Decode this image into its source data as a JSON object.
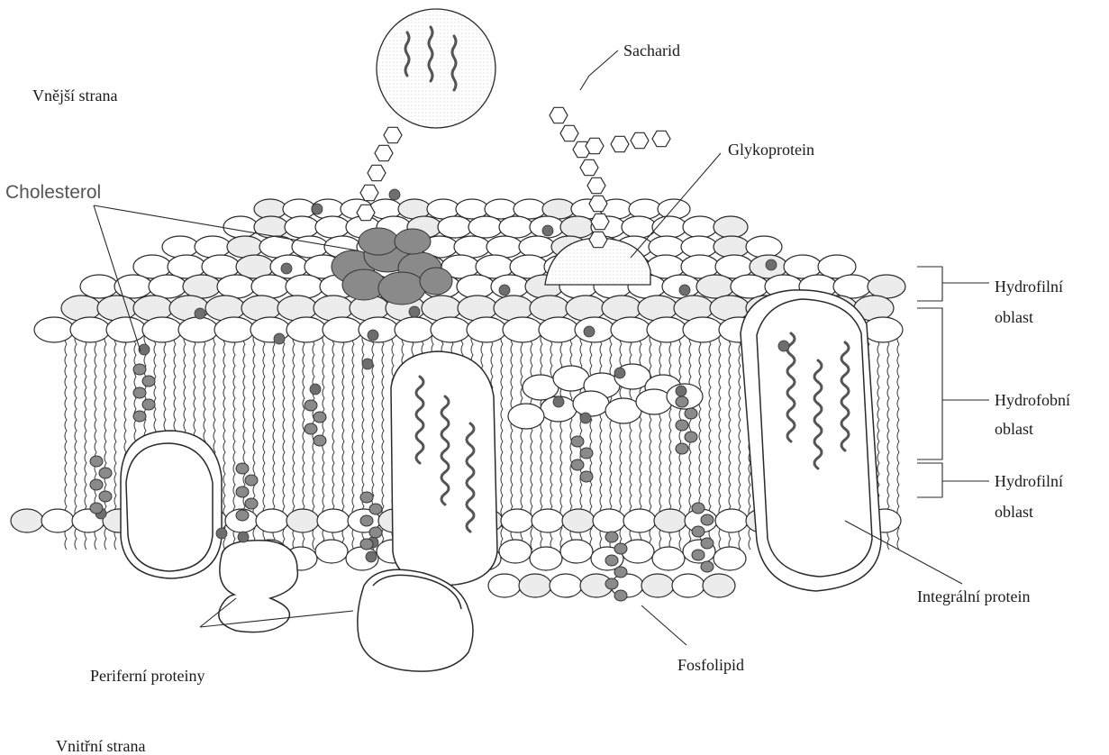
{
  "labels": {
    "outer_side": "Vnější strana",
    "inner_side": "Vnitřní strana",
    "saccharide": "Sacharid",
    "glycoprotein": "Glykoprotein",
    "cholesterol": "Cholesterol",
    "hydrophilic_top_1": "Hydrofilní",
    "hydrophilic_top_2": "oblast",
    "hydrophobic_1": "Hydrofobní",
    "hydrophobic_2": "oblast",
    "hydrophilic_bottom_1": "Hydrofilní",
    "hydrophilic_bottom_2": "oblast",
    "integral_protein": "Integrální protein",
    "peripheral_proteins": "Periferní proteiny",
    "phospholipid": "Fosfolipid"
  },
  "colors": {
    "ink": "#2a2a2a",
    "cholesterol_fill": "#8a8a8a",
    "dot_fill": "#6e6e6e",
    "cholesterol_label": "#555555"
  }
}
